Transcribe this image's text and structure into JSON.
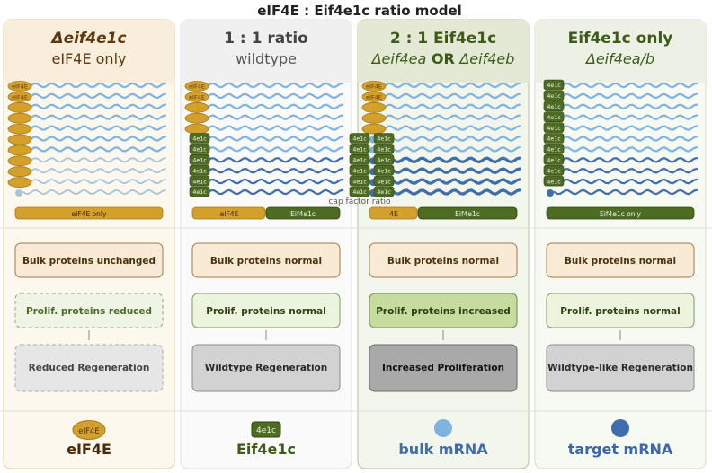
{
  "title": "eIF4E : Eif4e1c ratio model",
  "colors": {
    "eif4e": "#d4a02c",
    "eif4e_stroke": "#a8781a",
    "eif4e1c": "#4e6b22",
    "eif4e1c_stroke": "#2e4512",
    "bulk_mrna": "#7fb3e0",
    "target_mrna": "#3f6eaa",
    "eif4e_text": "#5c3a10",
    "eif4e1c_text": "#3e5a1a"
  },
  "axis_label": "cap factor ratio",
  "columns": [
    {
      "id": "eif4e-only",
      "header": {
        "title": "Δeif4e1c",
        "subtitle": "eIF4E only"
      },
      "ratio_segments": [
        {
          "label": "eIF4E only",
          "kind": "eif4e",
          "fraction": 1.0
        }
      ],
      "bulk_box": "Bulk proteins unchanged",
      "prolif_box": "Prolif. proteins reduced",
      "outcome_box": "Reduced Regeneration",
      "mrna_rows": 11,
      "eif4e1c_rows": 0
    },
    {
      "id": "wildtype",
      "header": {
        "title": "1 : 1 ratio",
        "subtitle": "wildtype"
      },
      "ratio_segments": [
        {
          "label": "eIF4E",
          "kind": "eif4e",
          "fraction": 0.5
        },
        {
          "label": "Eif4e1c",
          "kind": "eif4e1c",
          "fraction": 0.5
        }
      ],
      "bulk_box": "Bulk proteins normal",
      "prolif_box": "Prolif. proteins normal",
      "outcome_box": "Wildtype Regeneration",
      "mrna_rows": 11,
      "eif4e1c_rows": 5
    },
    {
      "id": "two-to-one",
      "header": {
        "title": "2 : 1 Eif4e1c",
        "subtitle_parts": [
          "Δeif4ea",
          " OR ",
          "Δeif4eb"
        ]
      },
      "ratio_segments": [
        {
          "label": "4E",
          "kind": "eif4e",
          "fraction": 0.33
        },
        {
          "label": "Eif4e1c",
          "kind": "eif4e1c",
          "fraction": 0.67
        }
      ],
      "bulk_box": "Bulk proteins normal",
      "prolif_box": "Prolif. proteins increased",
      "outcome_box": "Increased Proliferation",
      "mrna_rows": 11,
      "eif4e1c_rows": 5
    },
    {
      "id": "eif4e1c-only",
      "header": {
        "title": "Eif4e1c only",
        "subtitle": "Δeif4ea/b"
      },
      "ratio_segments": [
        {
          "label": "Eif4e1c only",
          "kind": "eif4e1c",
          "fraction": 1.0
        }
      ],
      "bulk_box": "Bulk proteins normal",
      "prolif_box": "Prolif. proteins normal",
      "outcome_box": "Wildtype-like Regeneration",
      "mrna_rows": 11,
      "eif4e1c_rows": 10
    }
  ],
  "legend": [
    {
      "label": "eIF4E",
      "symbol": "eif4e",
      "symbol_text": "eIF4E"
    },
    {
      "label": "Eif4e1c",
      "symbol": "eif4e1c",
      "symbol_text": "4e1c"
    },
    {
      "label": "bulk mRNA",
      "symbol": "bulk_mrna"
    },
    {
      "label": "target mRNA",
      "symbol": "target_mrna"
    }
  ],
  "factor_labels": {
    "eif4e": "eIF4E",
    "eif4e1c": "4e1c"
  }
}
